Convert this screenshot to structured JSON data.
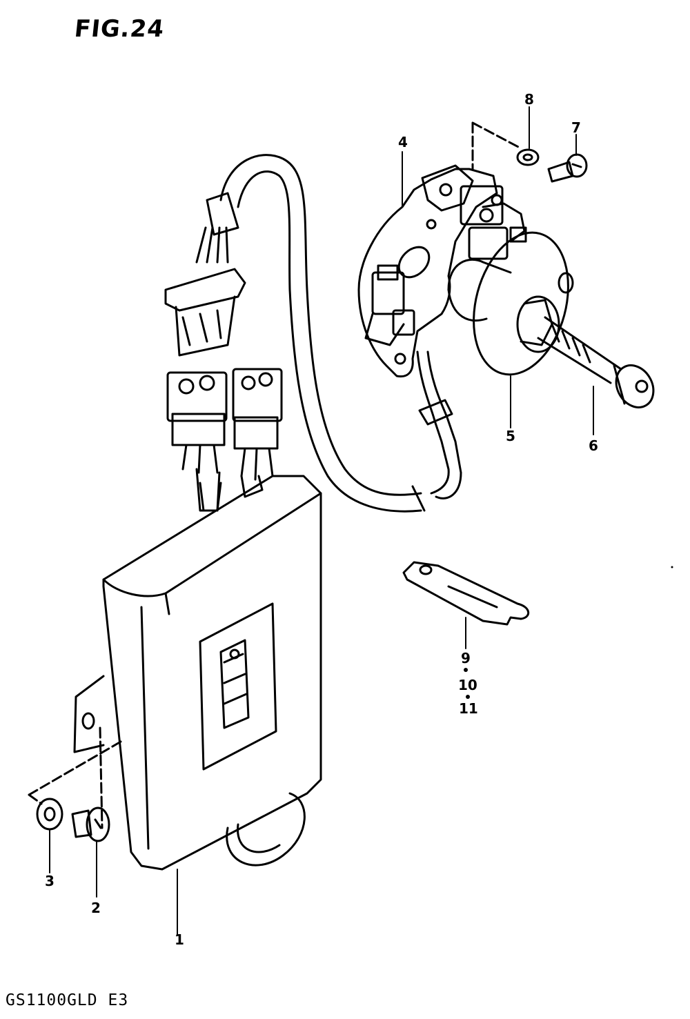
{
  "figure": {
    "title": "FIG.24",
    "model_code": "GS1100GLD E3"
  },
  "callouts": [
    {
      "id": "1",
      "label": "1"
    },
    {
      "id": "2",
      "label": "2"
    },
    {
      "id": "3",
      "label": "3"
    },
    {
      "id": "4",
      "label": "4"
    },
    {
      "id": "5",
      "label": "5"
    },
    {
      "id": "6",
      "label": "6"
    },
    {
      "id": "7",
      "label": "7"
    },
    {
      "id": "8",
      "label": "8"
    },
    {
      "id": "9",
      "label": "9"
    },
    {
      "id": "10",
      "label": "10"
    },
    {
      "id": "11",
      "label": "11"
    }
  ],
  "colors": {
    "ink": "#000000",
    "paper": "#ffffff"
  }
}
